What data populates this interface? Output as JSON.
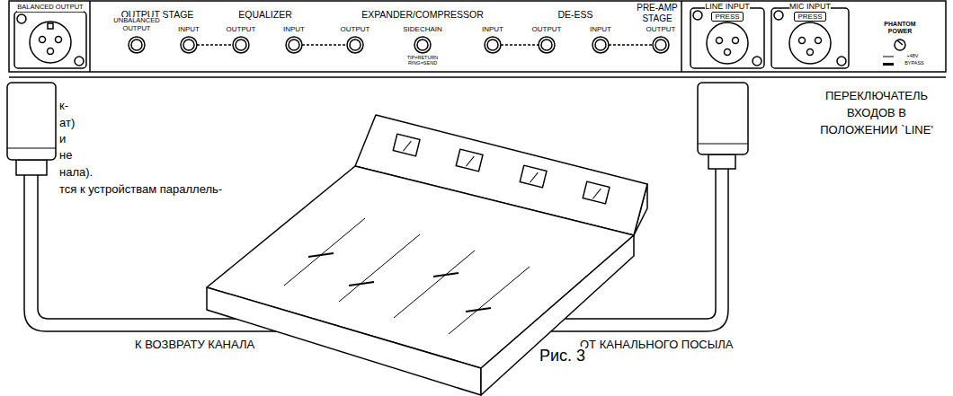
{
  "diagram": {
    "caption": "Рис. 3",
    "nodes": [
      {
        "text": [
          "BALANCED OUTPUT"
        ]
      },
      {
        "text": [
          "OUTPUT STAGE",
          "UNBALANCED OUTPUT",
          "INPUT"
        ]
      },
      {
        "text": [
          "EQUALIZER",
          "OUTPUT",
          "INPUT"
        ]
      },
      {
        "text": [
          "EXPANDER/COMPRESSOR",
          "OUTPUT",
          "SIDECHAIN",
          "INPUT",
          "TIP=RETURN RING=SEND"
        ]
      },
      {
        "text": [
          "DE-ESS",
          "OUTPUT",
          "INPUT"
        ]
      },
      {
        "text": [
          "PRE-AMP STAGE",
          "OUTPUT"
        ]
      },
      {
        "text": [
          "LINE INPUT",
          "PRESS"
        ]
      },
      {
        "text": [
          "MIC INPUT",
          "PRESS"
        ]
      },
      {
        "text": [
          "PHANTOM POWER",
          "+48V",
          "BYPASS"
        ]
      }
    ],
    "labels": [
      "ПЕРЕКЛЮЧАТЕЛЬ ВХОДОВ В ПОЛОЖЕНИИ `LINE'",
      "к-",
      "ат)",
      "и",
      "не",
      "нала).",
      "тся к устройствам параллель-",
      "К ВОЗВРАТУ КАНАЛА",
      "ОТ КАНАЛЬНОГО ПОСЫЛА"
    ]
  }
}
